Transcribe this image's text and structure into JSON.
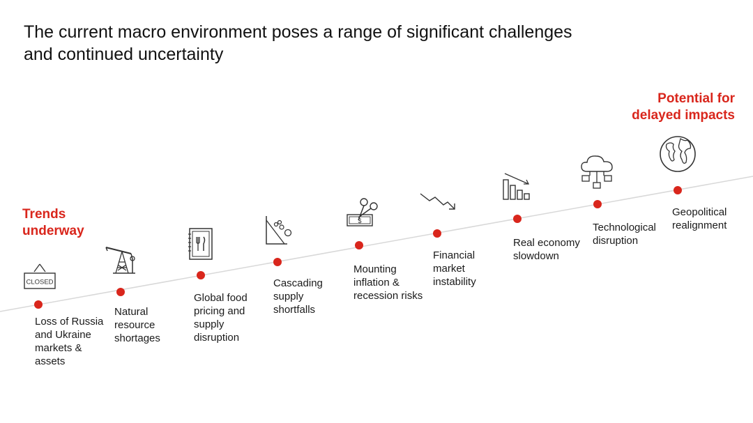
{
  "title": {
    "line1": "The current macro environment poses a range of significant challenges",
    "line2": "and continued uncertainty"
  },
  "start_label": {
    "line1": "Trends",
    "line2": "underway"
  },
  "end_label": {
    "line1": "Potential for",
    "line2": "delayed impacts"
  },
  "colors": {
    "accent": "#d9261c",
    "line": "#d8d8d8",
    "icon": "#333333"
  },
  "steps": [
    {
      "lines": [
        "Loss of Russia",
        "and Ukraine",
        "markets &",
        "assets"
      ],
      "icon": "closed-sign-icon",
      "icon_text": "CLOSED"
    },
    {
      "lines": [
        "Natural",
        "resource",
        "shortages"
      ],
      "icon": "oil-pump-icon"
    },
    {
      "lines": [
        "Global food",
        "pricing and",
        "supply",
        "disruption"
      ],
      "icon": "menu-book-icon"
    },
    {
      "lines": [
        "Cascading",
        "supply",
        "shortfalls"
      ],
      "icon": "falling-rocks-icon"
    },
    {
      "lines": [
        "Mounting",
        "inflation &",
        "recession risks"
      ],
      "icon": "money-cut-icon"
    },
    {
      "lines": [
        "Financial",
        "market",
        "instability"
      ],
      "icon": "trend-down-icon"
    },
    {
      "lines": [
        "Real economy",
        "slowdown"
      ],
      "icon": "declining-bars-icon"
    },
    {
      "lines": [
        "Technological",
        "disruption"
      ],
      "icon": "cloud-network-icon"
    },
    {
      "lines": [
        "Geopolitical",
        "realignment"
      ],
      "icon": "globe-icon"
    }
  ]
}
